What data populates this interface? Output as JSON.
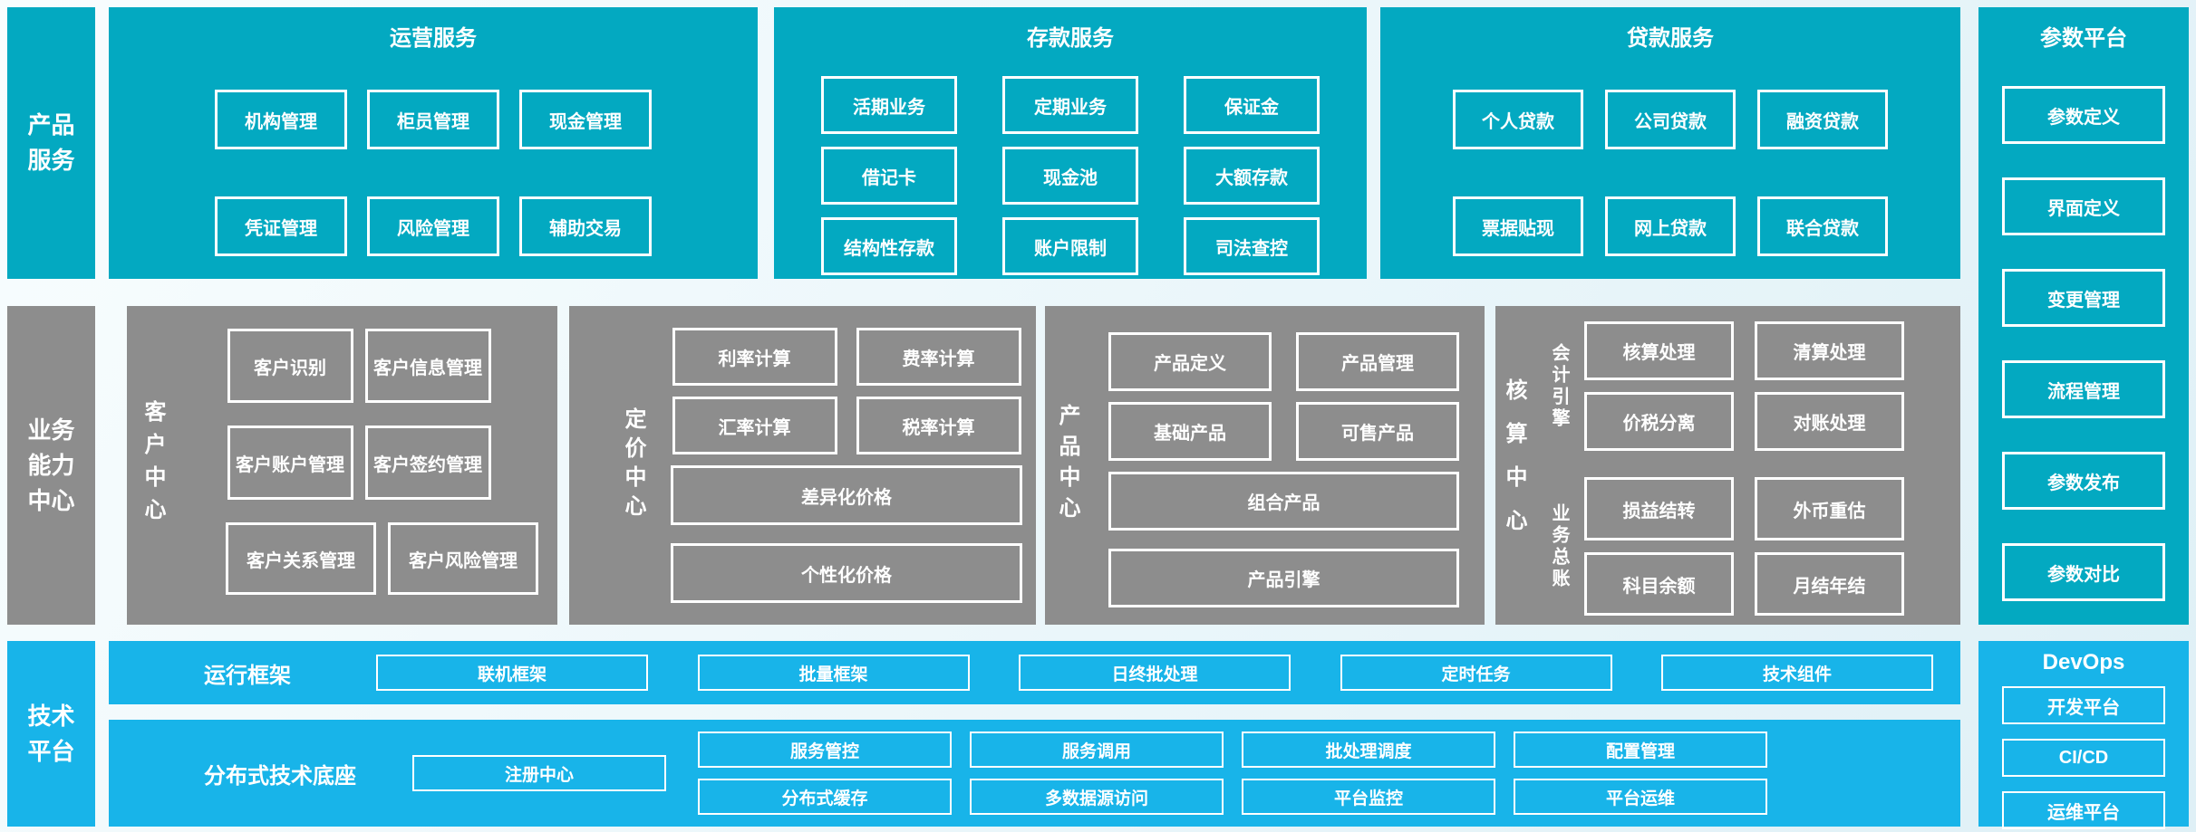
{
  "palette": {
    "teal": "#03a9c1",
    "gray": "#8d8d8d",
    "blue": "#18b4e9",
    "background": "#eaf6fa",
    "box_border": "#ffffff"
  },
  "left_labels": {
    "product_services": "产品服务",
    "business_capability": "业务能力中心",
    "tech_platform": "技术平台"
  },
  "product_services": {
    "operations": {
      "title": "运营服务",
      "rows": [
        [
          "机构管理",
          "柜员管理",
          "现金管理"
        ],
        [
          "凭证管理",
          "风险管理",
          "辅助交易"
        ]
      ]
    },
    "deposit": {
      "title": "存款服务",
      "rows": [
        [
          "活期业务",
          "定期业务",
          "保证金"
        ],
        [
          "借记卡",
          "现金池",
          "大额存款"
        ],
        [
          "结构性存款",
          "账户限制",
          "司法查控"
        ]
      ]
    },
    "loan": {
      "title": "贷款服务",
      "rows": [
        [
          "个人贷款",
          "公司贷款",
          "融资贷款"
        ],
        [
          "票据贴现",
          "网上贷款",
          "联合贷款"
        ]
      ]
    }
  },
  "param_platform": {
    "title": "参数平台",
    "items": [
      "参数定义",
      "界面定义",
      "变更管理",
      "流程管理",
      "参数发布",
      "参数对比"
    ]
  },
  "business_centers": {
    "customer": {
      "label": "客户中心",
      "rows": [
        [
          "客户识别",
          "客户信息管理"
        ],
        [
          "客户账户管理",
          "客户签约管理"
        ],
        [
          "客户关系管理",
          "客户风险管理"
        ]
      ]
    },
    "pricing": {
      "label": "定价中心",
      "rows": [
        [
          "利率计算",
          "费率计算"
        ],
        [
          "汇率计算",
          "税率计算"
        ]
      ],
      "wide": [
        "差异化价格",
        "个性化价格"
      ]
    },
    "product": {
      "label": "产品中心",
      "rows": [
        [
          "产品定义",
          "产品管理"
        ],
        [
          "基础产品",
          "可售产品"
        ]
      ],
      "wide": [
        "组合产品",
        "产品引擎"
      ]
    },
    "accounting": {
      "label": "核算中心",
      "groups": [
        {
          "label": "会计引擎",
          "rows": [
            [
              "核算处理",
              "清算处理"
            ],
            [
              "价税分离",
              "对账处理"
            ]
          ]
        },
        {
          "label": "业务总账",
          "rows": [
            [
              "损益结转",
              "外币重估"
            ],
            [
              "科目余额",
              "月结年结"
            ]
          ]
        }
      ]
    }
  },
  "tech_platform": {
    "runtime": {
      "label": "运行框架",
      "items": [
        "联机框架",
        "批量框架",
        "日终批处理",
        "定时任务",
        "技术组件"
      ]
    },
    "distributed": {
      "label": "分布式技术底座",
      "registry": "注册中心",
      "rows": [
        [
          "服务管控",
          "服务调用",
          "批处理调度",
          "配置管理"
        ],
        [
          "分布式缓存",
          "多数据源访问",
          "平台监控",
          "平台运维"
        ]
      ]
    }
  },
  "devops": {
    "title": "DevOps",
    "items": [
      "开发平台",
      "CI/CD",
      "运维平台"
    ]
  }
}
